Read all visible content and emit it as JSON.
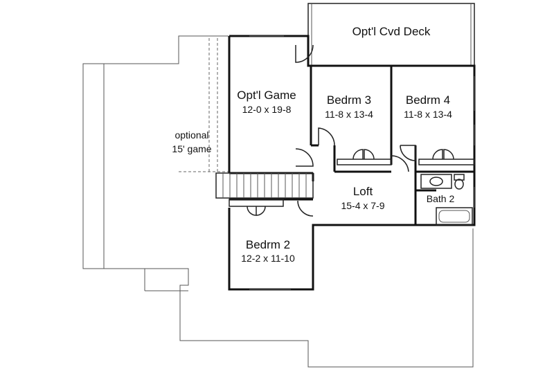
{
  "plan": {
    "optional_note": {
      "line1": "optional",
      "line2": "15' game"
    },
    "rooms": {
      "covered_deck": {
        "name": "Opt'l Cvd Deck"
      },
      "game": {
        "name": "Opt'l Game",
        "size": "12-0 x 19-8"
      },
      "bedroom3": {
        "name": "Bedrm 3",
        "size": "11-8 x 13-4"
      },
      "bedroom4": {
        "name": "Bedrm 4",
        "size": "11-8 x 13-4"
      },
      "loft": {
        "name": "Loft",
        "size": "15-4 x 7-9"
      },
      "bath2": {
        "name": "Bath 2"
      },
      "bedroom2": {
        "name": "Bedrm 2",
        "size": "12-2 x 11-10"
      }
    }
  }
}
